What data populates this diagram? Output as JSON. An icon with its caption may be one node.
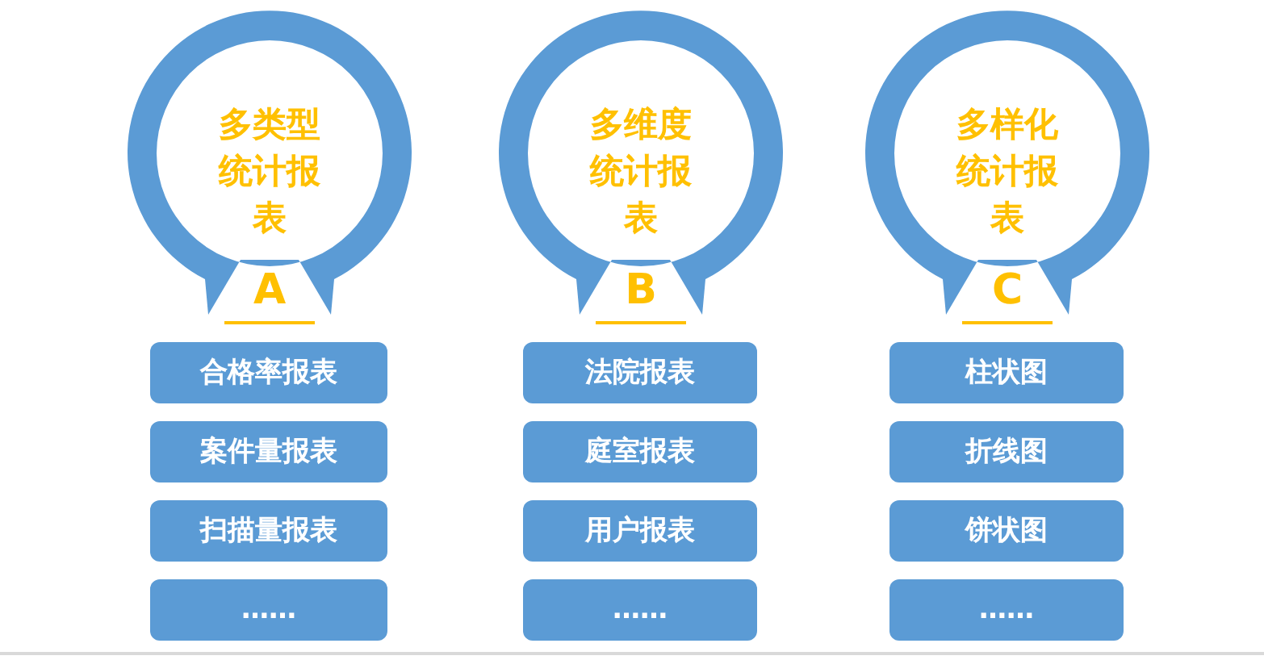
{
  "diagram": {
    "nodes": [
      {
        "text": [
          "多类型统计报表",
          "A"
        ]
      },
      {
        "text": [
          "合格率报表"
        ]
      },
      {
        "text": [
          "案件量报表"
        ]
      },
      {
        "text": [
          "扫描量报表"
        ]
      },
      {
        "text": [
          "……"
        ]
      },
      {
        "text": [
          "多维度统计报表",
          "B"
        ]
      },
      {
        "text": [
          "法院报表"
        ]
      },
      {
        "text": [
          "庭室报表"
        ]
      },
      {
        "text": [
          "用户报表"
        ]
      },
      {
        "text": [
          "……"
        ]
      },
      {
        "text": [
          "多样化统计报表",
          "C"
        ]
      },
      {
        "text": [
          "柱状图"
        ]
      },
      {
        "text": [
          "折线图"
        ]
      },
      {
        "text": [
          "饼状图"
        ]
      },
      {
        "text": [
          "……"
        ]
      }
    ],
    "edges": []
  }
}
